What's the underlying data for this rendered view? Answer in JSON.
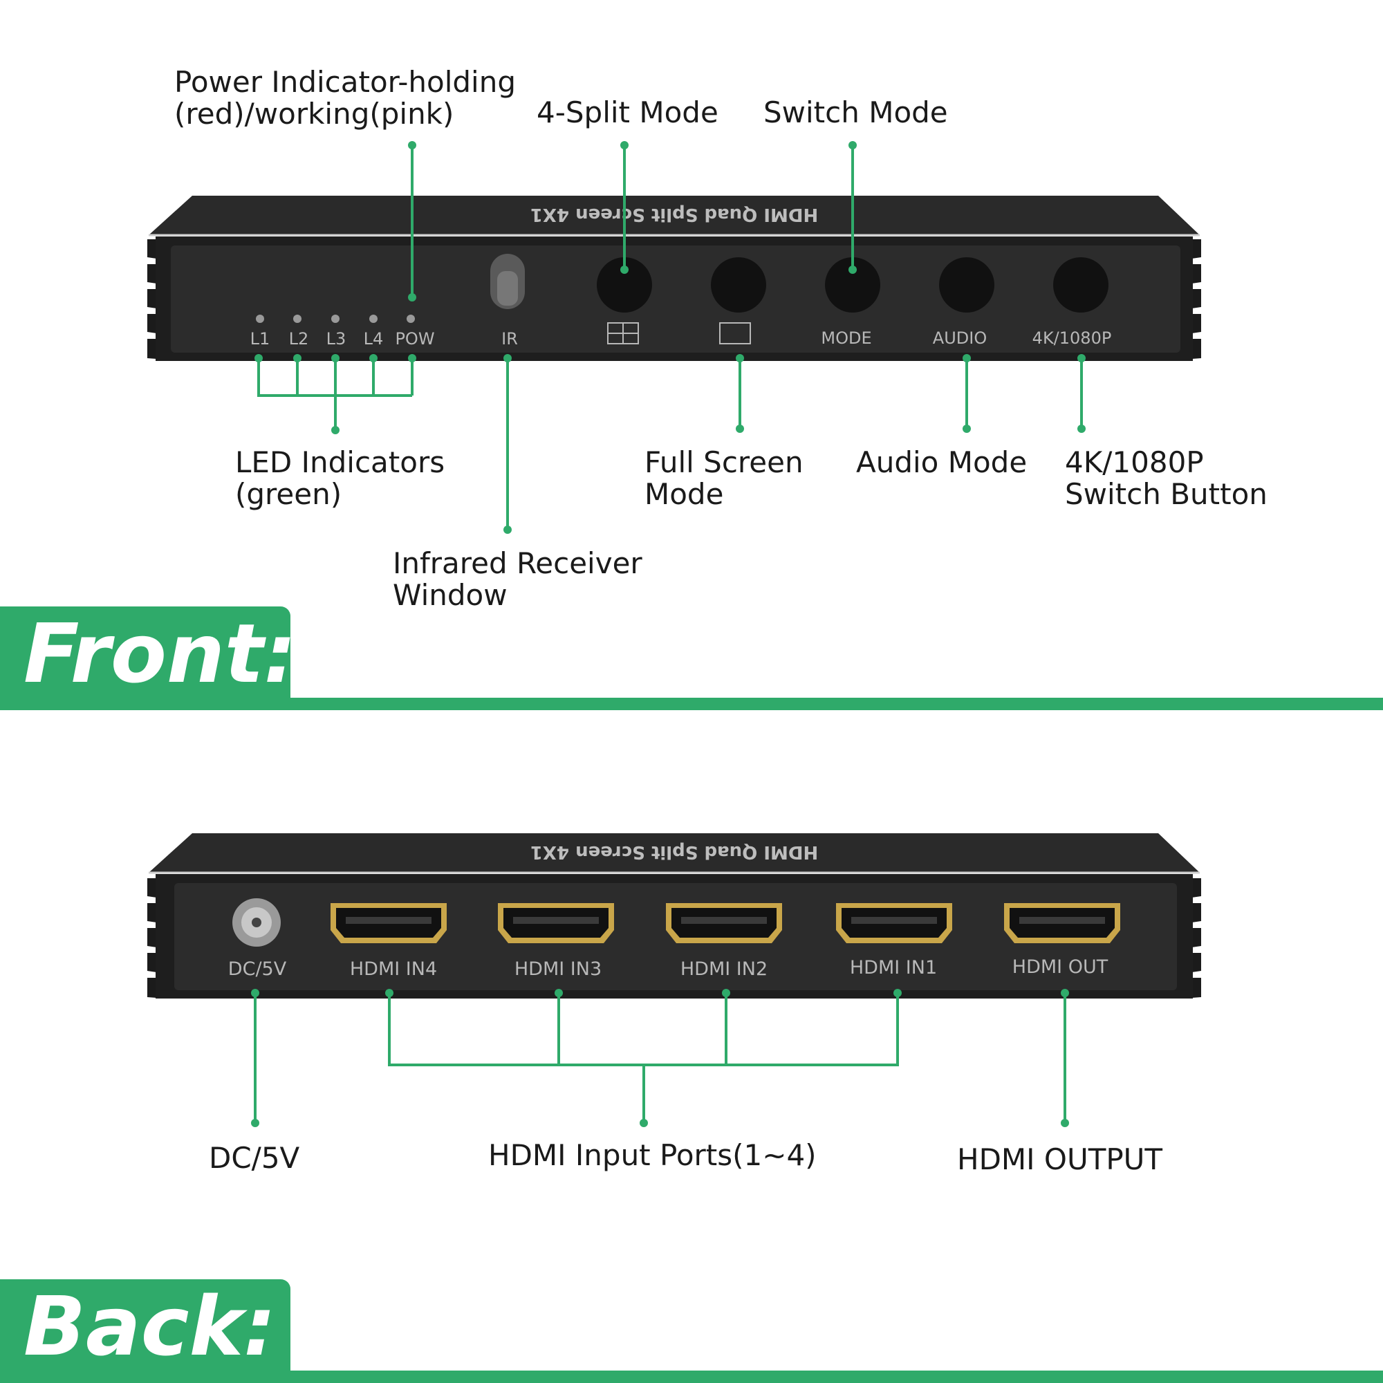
{
  "front": {
    "section_title": "Front:",
    "device_top_text": "HDMI Quad Split Screen 4X1",
    "led_labels": [
      "L1",
      "L2",
      "L3",
      "L4",
      "POW"
    ],
    "ir_label": "IR",
    "button_labels": [
      "MODE",
      "AUDIO",
      "4K/1080P"
    ],
    "callouts": {
      "power_indicator": "Power Indicator-holding\n(red)/working(pink)",
      "split_mode": "4-Split Mode",
      "switch_mode": "Switch Mode",
      "led_indicators": "LED Indicators\n(green)",
      "full_screen": "Full Screen\nMode",
      "audio_mode": "Audio Mode",
      "res_switch": "4K/1080P\nSwitch Button",
      "ir_window": "Infrared Receiver\nWindow"
    }
  },
  "back": {
    "section_title": "Back:",
    "device_top_text": "HDMI Quad Split Screen 4X1",
    "port_labels": [
      "DC/5V",
      "HDMI IN4",
      "HDMI IN3",
      "HDMI IN2",
      "HDMI IN1",
      "HDMI OUT"
    ],
    "callouts": {
      "dc": "DC/5V",
      "inputs": "HDMI Input Ports(1~4)",
      "output": "HDMI OUTPUT"
    }
  },
  "colors": {
    "accent_green": "#2faa6a",
    "device_body": "#1e1e1e",
    "device_panel": "#2c2c2c",
    "panel_text": "#b8b8b8",
    "port_gold": "#c9a64a"
  }
}
